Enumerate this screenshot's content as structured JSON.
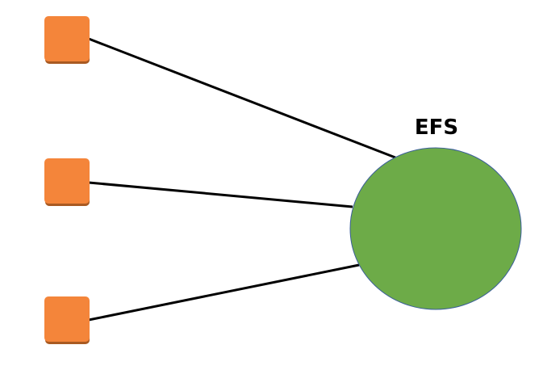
{
  "diagram": {
    "storage_label": "EFS",
    "colors": {
      "client_fill": "#f4853a",
      "client_shadow": "#a95a22",
      "storage_fill": "#6dab48",
      "storage_stroke": "#3b5f9a",
      "connector": "#000000",
      "label": "#000000"
    },
    "clients": [
      {
        "id": "client-1"
      },
      {
        "id": "client-2"
      },
      {
        "id": "client-3"
      }
    ]
  }
}
